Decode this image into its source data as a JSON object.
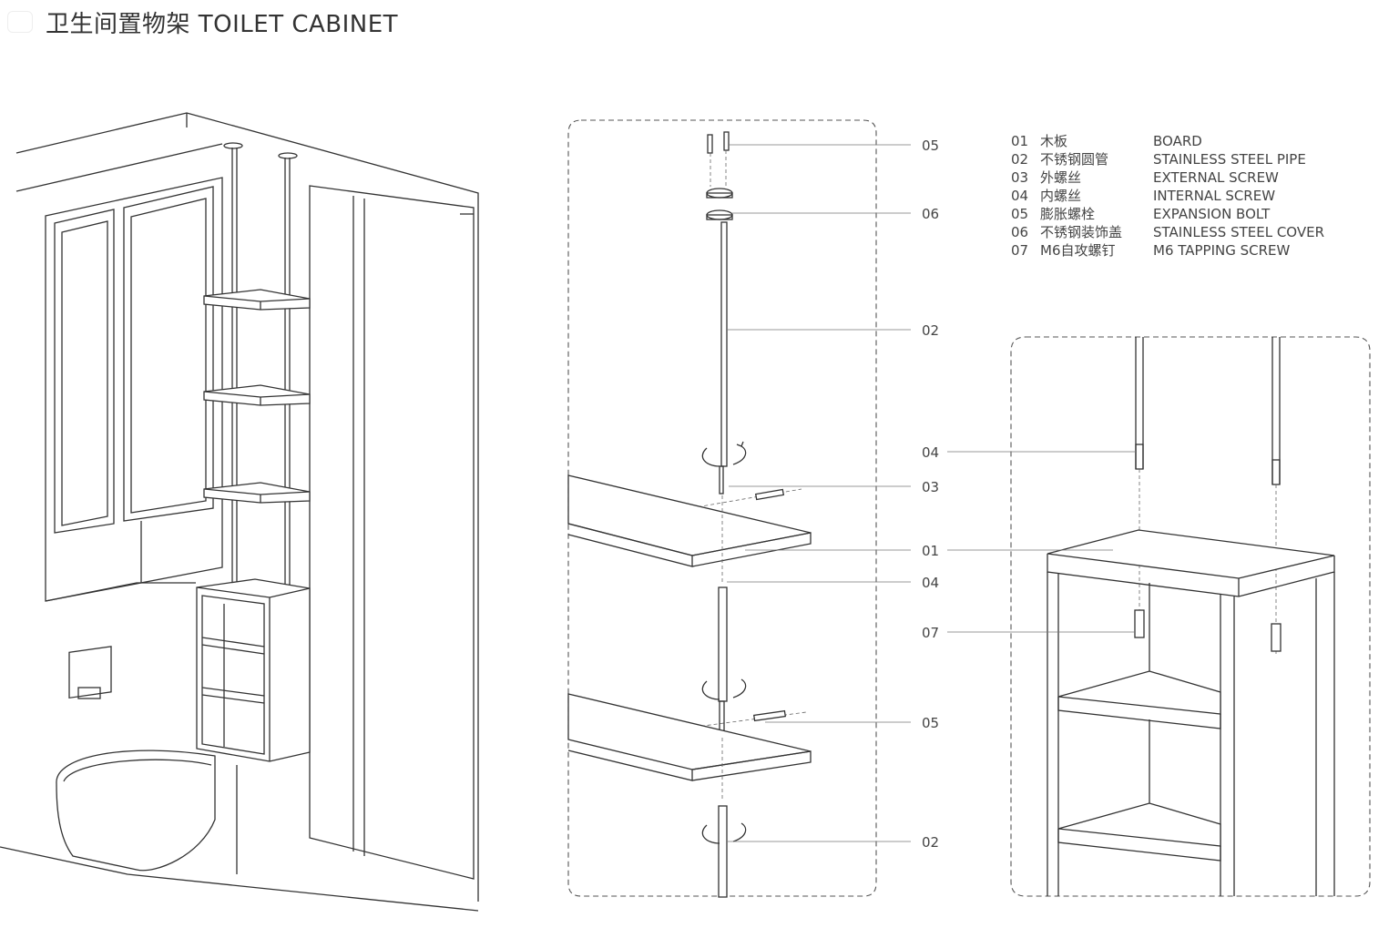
{
  "title": "卫生间置物架  TOILET CABINET",
  "legend": [
    {
      "num": "01",
      "cn": "木板",
      "en": "BOARD"
    },
    {
      "num": "02",
      "cn": "不锈钢圆管",
      "en": "STAINLESS STEEL PIPE"
    },
    {
      "num": "03",
      "cn": "外螺丝",
      "en": "EXTERNAL SCREW"
    },
    {
      "num": "04",
      "cn": "内螺丝",
      "en": "INTERNAL SCREW"
    },
    {
      "num": "05",
      "cn": "膨胀螺栓",
      "en": "EXPANSION BOLT"
    },
    {
      "num": "06",
      "cn": "不锈钢装饰盖",
      "en": "STAINLESS STEEL COVER"
    },
    {
      "num": "07",
      "cn": "M6自攻螺钉",
      "en": "M6 TAPPING SCREW"
    }
  ],
  "callouts": [
    "05",
    "06",
    "02",
    "04",
    "03",
    "01",
    "04",
    "07",
    "05",
    "02"
  ]
}
